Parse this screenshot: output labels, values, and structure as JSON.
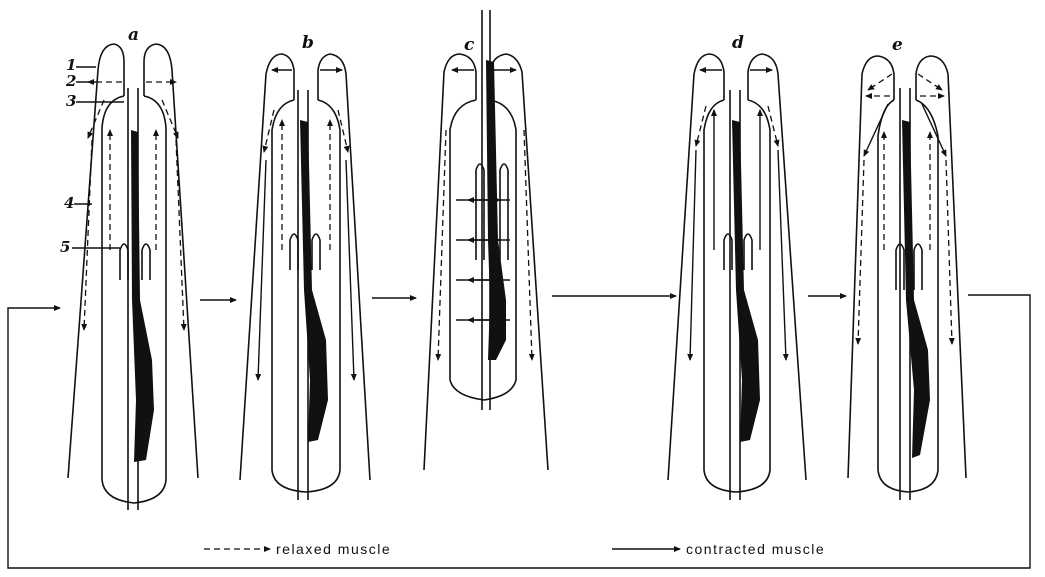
{
  "panels": [
    {
      "label": "a"
    },
    {
      "label": "b"
    },
    {
      "label": "c"
    },
    {
      "label": "d"
    },
    {
      "label": "e"
    }
  ],
  "part_labels": [
    "1",
    "2",
    "3",
    "4",
    "5"
  ],
  "legend": {
    "relaxed": "relaxed muscle",
    "contracted": "contracted muscle"
  },
  "colors": {
    "ink": "#111111",
    "background": "#ffffff"
  }
}
